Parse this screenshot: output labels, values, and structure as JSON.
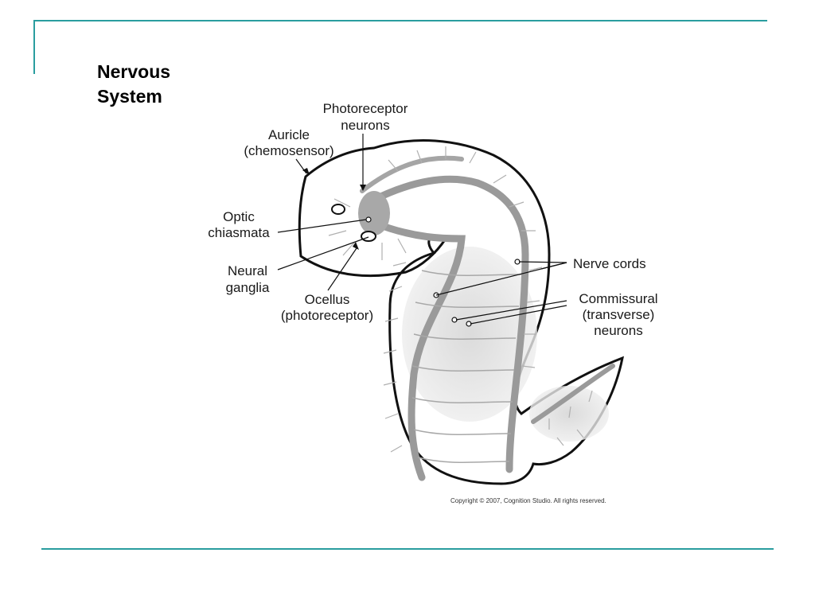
{
  "slide": {
    "title_line1": "Nervous",
    "title_line2": "System",
    "accent_color": "#2a9d9f"
  },
  "diagram": {
    "labels": {
      "photoreceptor_l1": "Photoreceptor",
      "photoreceptor_l2": "neurons",
      "auricle_l1": "Auricle",
      "auricle_l2": "(chemosensor)",
      "optic_l1": "Optic",
      "optic_l2": "chiasmata",
      "neural_l1": "Neural",
      "neural_l2": "ganglia",
      "ocellus_l1": "Ocellus",
      "ocellus_l2": "(photoreceptor)",
      "nerve_cords": "Nerve cords",
      "commissural_l1": "Commissural",
      "commissural_l2": "(transverse)",
      "commissural_l3": "neurons"
    },
    "copyright": "Copyright © 2007, Cognition Studio. All rights reserved."
  }
}
